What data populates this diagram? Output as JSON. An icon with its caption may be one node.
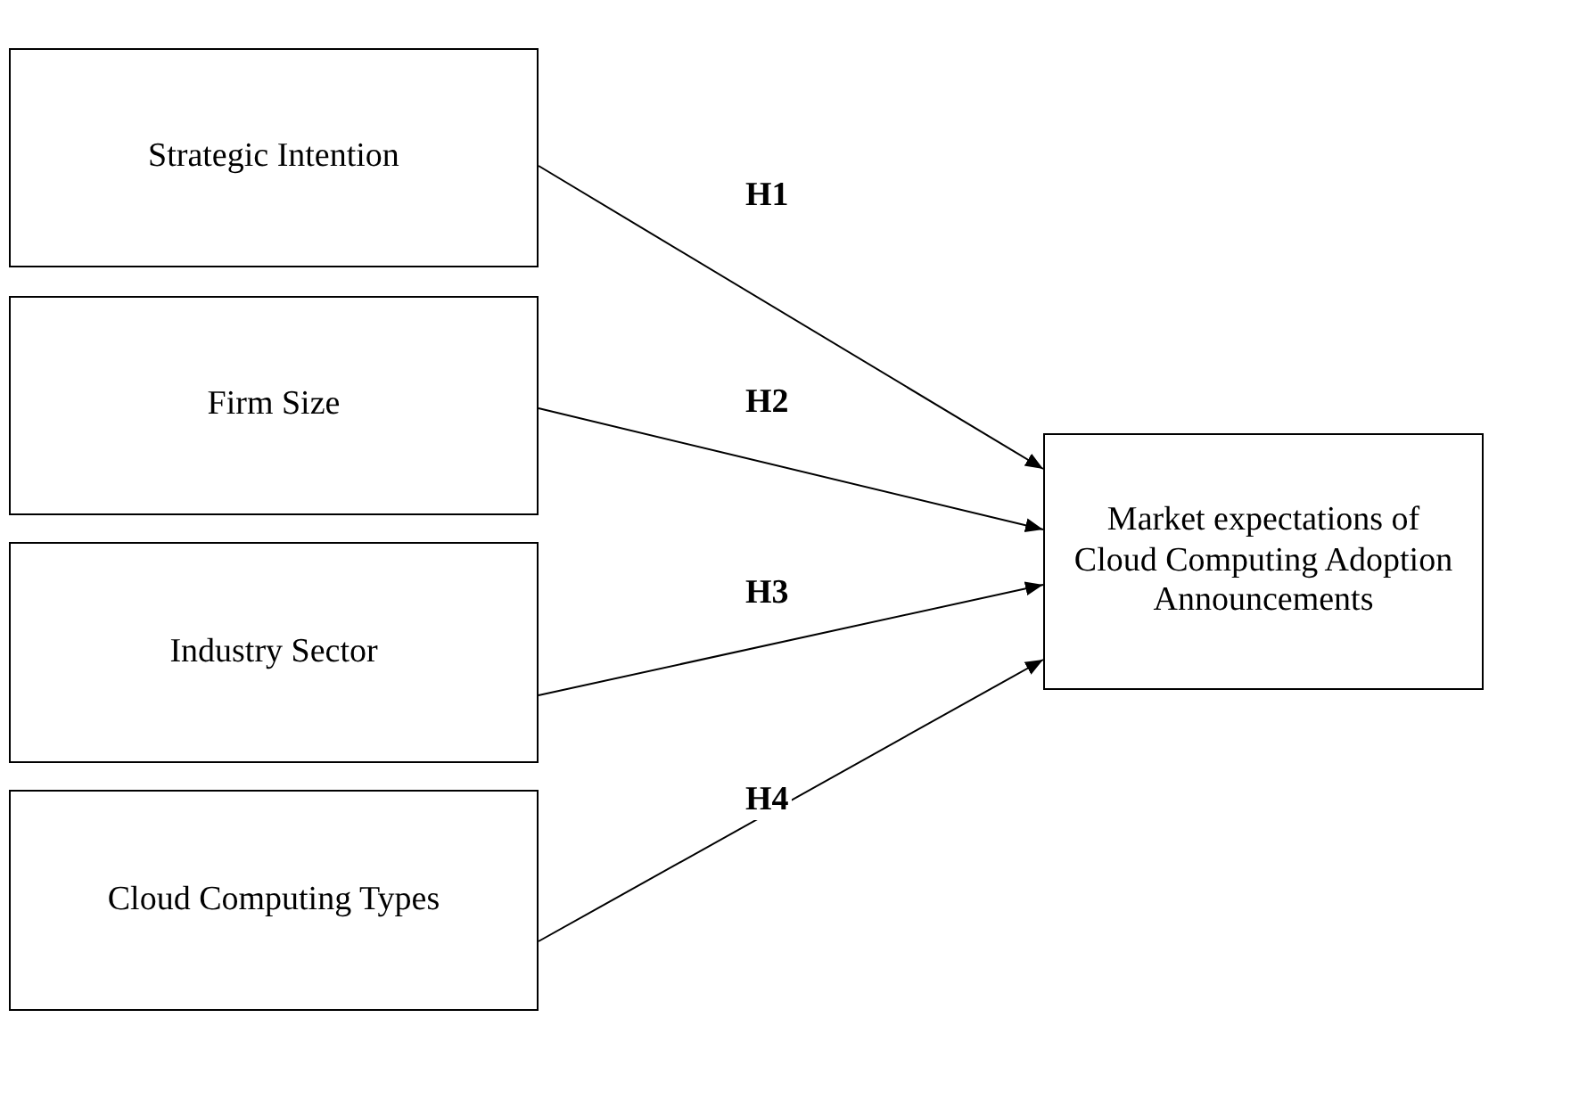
{
  "diagram": {
    "nodes": [
      {
        "text": [
          "Strategic Intention"
        ]
      },
      {
        "text": [
          "Firm Size"
        ]
      },
      {
        "text": [
          "Industry Sector"
        ]
      },
      {
        "text": [
          "Cloud Computing Types"
        ]
      },
      {
        "text": [
          "Market expectations of Cloud Computing Adoption Announcements"
        ]
      }
    ],
    "edges": [
      {
        "from": 0,
        "to": 4,
        "arrow": "to",
        "label": "H1"
      },
      {
        "from": 1,
        "to": 4,
        "arrow": "to",
        "label": "H2"
      },
      {
        "from": 2,
        "to": 4,
        "arrow": "to",
        "label": "H3"
      },
      {
        "from": 3,
        "to": 4,
        "arrow": "to",
        "label": "H4"
      }
    ]
  }
}
